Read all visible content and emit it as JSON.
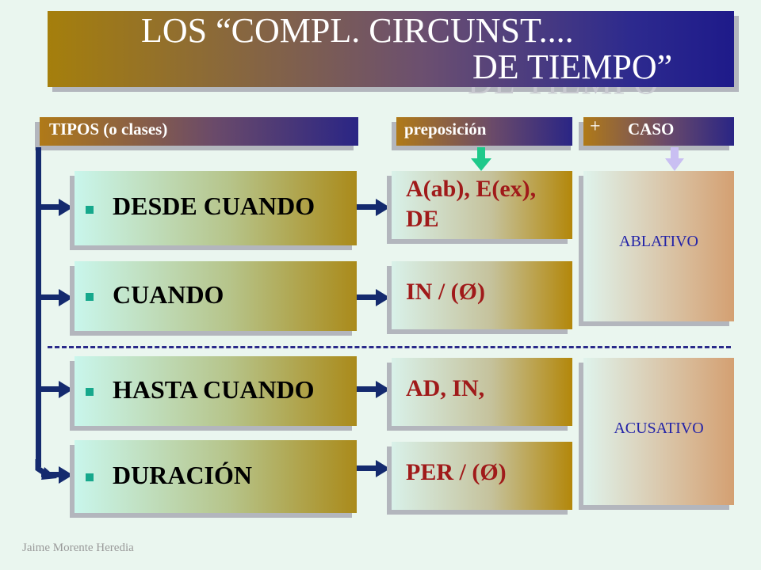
{
  "title": {
    "line1": "LOS “COMPL. CIRCUNST....",
    "line2": "DE TIEMPO”",
    "ghost": "DE TIEMPO"
  },
  "headers": {
    "tipos": "TIPOS (o clases)",
    "preposicion": "preposición",
    "plus": "+",
    "caso": "CASO"
  },
  "types": [
    {
      "label": "DESDE CUANDO"
    },
    {
      "label": "CUANDO"
    },
    {
      "label": "HASTA CUANDO"
    },
    {
      "label": "DURACIÓN"
    }
  ],
  "prepositions": [
    {
      "line1": "A(ab), E(ex),",
      "line2": "DE"
    },
    {
      "line1": "IN / (Ø)",
      "line2": ""
    },
    {
      "line1": "AD,  IN,",
      "line2": ""
    },
    {
      "line1": "PER / (Ø)",
      "line2": ""
    }
  ],
  "cases": {
    "ablativo": "ABLATIVO",
    "acusativo": "ACUSATIVO"
  },
  "credit": "Jaime Morente Heredia",
  "colors": {
    "connector": "#142a6e",
    "green_arrow": "#1fc98a",
    "lavender_arrow": "#c9bff2",
    "preposition_text": "#a01a1a",
    "case_text": "#2323a8"
  }
}
